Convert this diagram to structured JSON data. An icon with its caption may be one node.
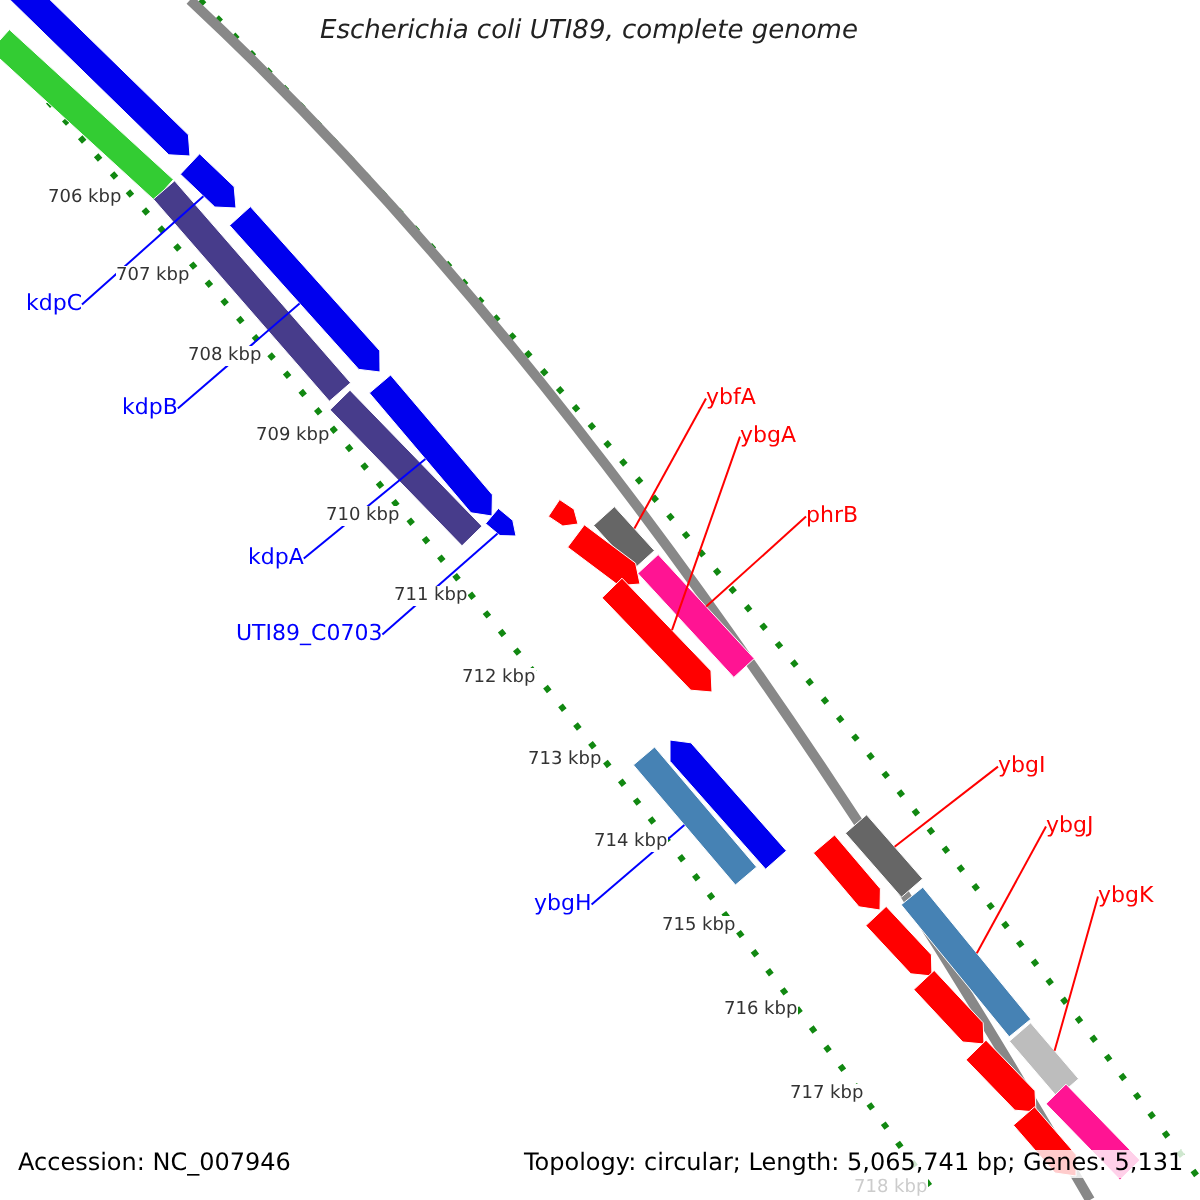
{
  "diagram": {
    "title": "Escherichia coli UTI89, complete genome",
    "nodes": [
      {
        "text": [
          "kdpC"
        ]
      },
      {
        "text": [
          "kdpB"
        ]
      },
      {
        "text": [
          "kdpA"
        ]
      },
      {
        "text": [
          "UTI89_C0703"
        ]
      },
      {
        "text": [
          "ybfA"
        ]
      },
      {
        "text": [
          "ybgA"
        ]
      },
      {
        "text": [
          "phrB"
        ]
      },
      {
        "text": [
          "ybgH"
        ]
      },
      {
        "text": [
          "ybgI"
        ]
      },
      {
        "text": [
          "ybgJ"
        ]
      },
      {
        "text": [
          "ybgK"
        ]
      },
      {
        "text": [],
        "shape": "arrow"
      },
      {
        "text": [],
        "shape": "bar"
      },
      {
        "text": [],
        "shape": "arrow"
      },
      {
        "text": [],
        "shape": "bar"
      },
      {
        "text": [],
        "shape": "arrow"
      },
      {
        "text": [],
        "shape": "arrow"
      },
      {
        "text": [],
        "shape": "bar"
      },
      {
        "text": [],
        "shape": "arrow"
      },
      {
        "text": [],
        "shape": "arrow"
      },
      {
        "text": [],
        "shape": "bar"
      },
      {
        "text": [],
        "shape": "arrow"
      },
      {
        "text": [],
        "shape": "bar"
      },
      {
        "text": [],
        "shape": "arrow"
      },
      {
        "text": [],
        "shape": "arrow"
      },
      {
        "text": [],
        "shape": "bar"
      },
      {
        "text": [],
        "shape": "bar"
      },
      {
        "text": [],
        "shape": "arrow"
      },
      {
        "text": [],
        "shape": "bar"
      },
      {
        "text": [],
        "shape": "arrow"
      },
      {
        "text": [],
        "shape": "arrow"
      },
      {
        "text": [],
        "shape": "bar"
      },
      {
        "text": [],
        "shape": "arrow"
      },
      {
        "text": [],
        "shape": "bar"
      },
      {
        "text": [],
        "shape": "arrow"
      }
    ],
    "edges": [
      {
        "from": 0,
        "to": 13,
        "arrow": "none",
        "color": "#0000ff"
      },
      {
        "from": 1,
        "to": 15,
        "arrow": "none",
        "color": "#0000ff"
      },
      {
        "from": 2,
        "to": 16,
        "arrow": "none",
        "color": "#0000ff"
      },
      {
        "from": 3,
        "to": 19,
        "arrow": "none",
        "color": "#0000ff"
      },
      {
        "from": 4,
        "to": 20,
        "arrow": "none"
      },
      {
        "from": 5,
        "to": 23,
        "arrow": "none"
      },
      {
        "from": 6,
        "to": 22,
        "arrow": "none"
      },
      {
        "from": 7,
        "to": 25,
        "arrow": "none",
        "color": "#0000ff"
      },
      {
        "from": 8,
        "to": 26,
        "arrow": "none"
      },
      {
        "from": 9,
        "to": 28,
        "arrow": "none"
      },
      {
        "from": 10,
        "to": 31,
        "arrow": "none"
      }
    ],
    "labels": [
      "706 kbp",
      "707 kbp",
      "708 kbp",
      "709 kbp",
      "710 kbp",
      "711 kbp",
      "712 kbp",
      "713 kbp",
      "714 kbp",
      "715 kbp",
      "716 kbp",
      "717 kbp",
      "718 kbp",
      "Accession: NC_007946",
      "Topology: circular; Length: 5,065,741 bp; Genes: 5,131"
    ]
  }
}
